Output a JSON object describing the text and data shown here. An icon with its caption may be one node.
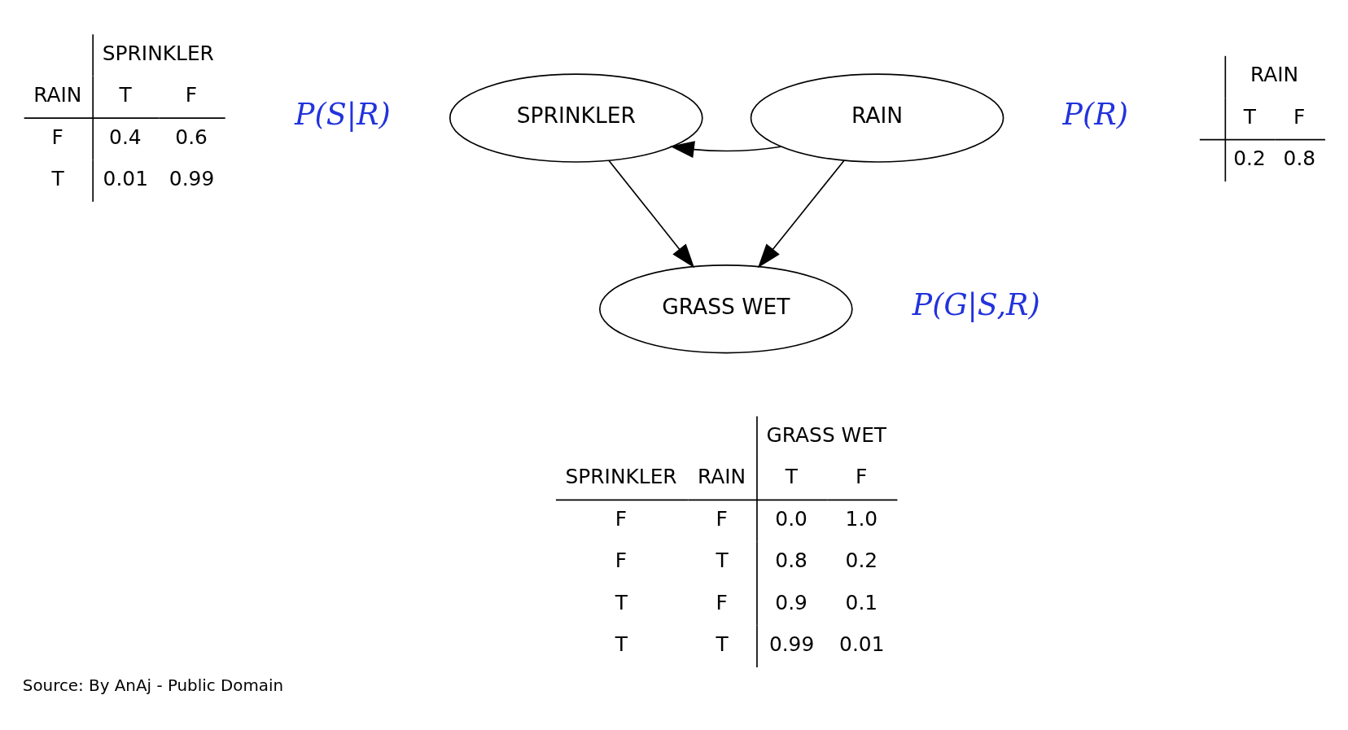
{
  "diagram": {
    "caption": "Source: By AnAj - Public Domain",
    "nodes": [
      {
        "text": [
          "SPRINKLER"
        ]
      },
      {
        "text": [
          "RAIN"
        ]
      },
      {
        "text": [
          "GRASS WET"
        ]
      }
    ],
    "edges": [
      {
        "from": 1,
        "to": 0,
        "arrow": "to"
      },
      {
        "from": 0,
        "to": 2,
        "arrow": "to"
      },
      {
        "from": 1,
        "to": 2,
        "arrow": "to"
      }
    ],
    "labels": [
      "SPRINKLER",
      "RAIN",
      "T",
      "F",
      "F",
      "0.4",
      "0.6",
      "T",
      "0.01",
      "0.99",
      "P(S|R)",
      "RAIN",
      "T",
      "F",
      "0.2",
      "0.8",
      "P(R)",
      "P(G|S,R)",
      "GRASS WET",
      "SPRINKLER",
      "RAIN",
      "T",
      "F",
      "F",
      "F",
      "0.0",
      "1.0",
      "F",
      "T",
      "0.8",
      "0.2",
      "T",
      "F",
      "0.9",
      "0.1",
      "T",
      "T",
      "0.99",
      "0.01"
    ]
  }
}
